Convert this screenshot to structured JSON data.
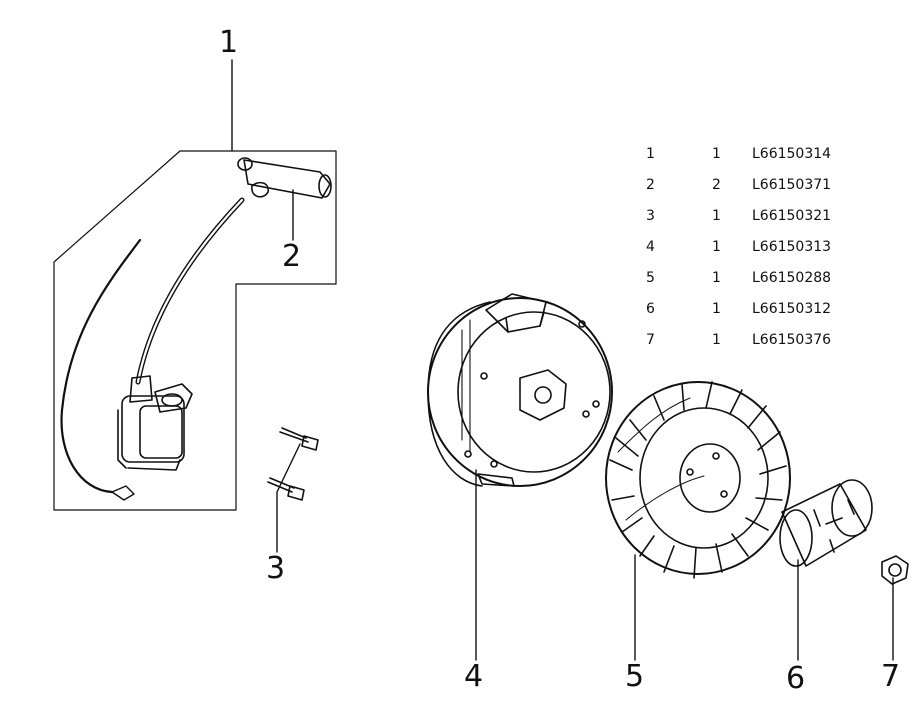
{
  "diagram": {
    "callouts": {
      "c1": "1",
      "c2": "2",
      "c3": "3",
      "c4": "4",
      "c5": "5",
      "c6": "6",
      "c7": "7"
    },
    "parts_table": [
      {
        "no": "1",
        "qty": "1",
        "part": "L66150314"
      },
      {
        "no": "2",
        "qty": "2",
        "part": "L66150371"
      },
      {
        "no": "3",
        "qty": "1",
        "part": "L66150321"
      },
      {
        "no": "4",
        "qty": "1",
        "part": "L66150313"
      },
      {
        "no": "5",
        "qty": "1",
        "part": "L66150288"
      },
      {
        "no": "6",
        "qty": "1",
        "part": "L66150312"
      },
      {
        "no": "7",
        "qty": "1",
        "part": "L66150376"
      }
    ]
  }
}
